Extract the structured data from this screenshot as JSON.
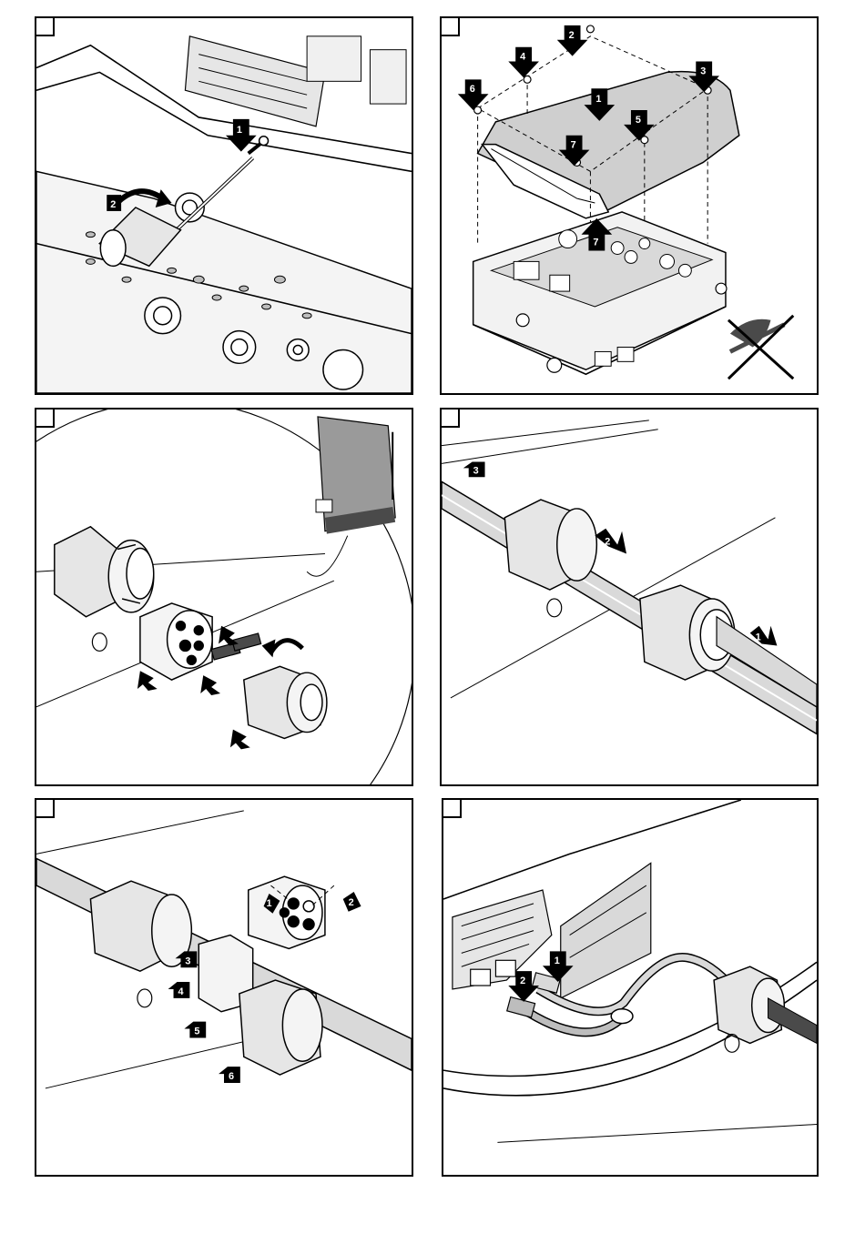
{
  "panels": [
    {
      "id": "p1",
      "steps": [
        "1",
        "2"
      ]
    },
    {
      "id": "p2",
      "steps": [
        "1",
        "2",
        "3",
        "4",
        "5",
        "6",
        "7",
        "7"
      ]
    },
    {
      "id": "p3",
      "steps": []
    },
    {
      "id": "p4",
      "steps": [
        "1",
        "2",
        "3"
      ]
    },
    {
      "id": "p5",
      "steps": [
        "1",
        "2",
        "3",
        "4",
        "5",
        "6"
      ]
    },
    {
      "id": "p6",
      "steps": [
        "1",
        "2"
      ]
    }
  ],
  "icons": {
    "step_marker": "arrow-number-icon",
    "prohibited": "crossed-out-drill-icon",
    "inverter": "inverter-housing-icon"
  },
  "colors": {
    "line": "#000000",
    "fill_light": "#e6e6e6",
    "fill_mid": "#bdbdbd",
    "fill_dark": "#4a4a4a",
    "cover": "#cfcfcf"
  }
}
